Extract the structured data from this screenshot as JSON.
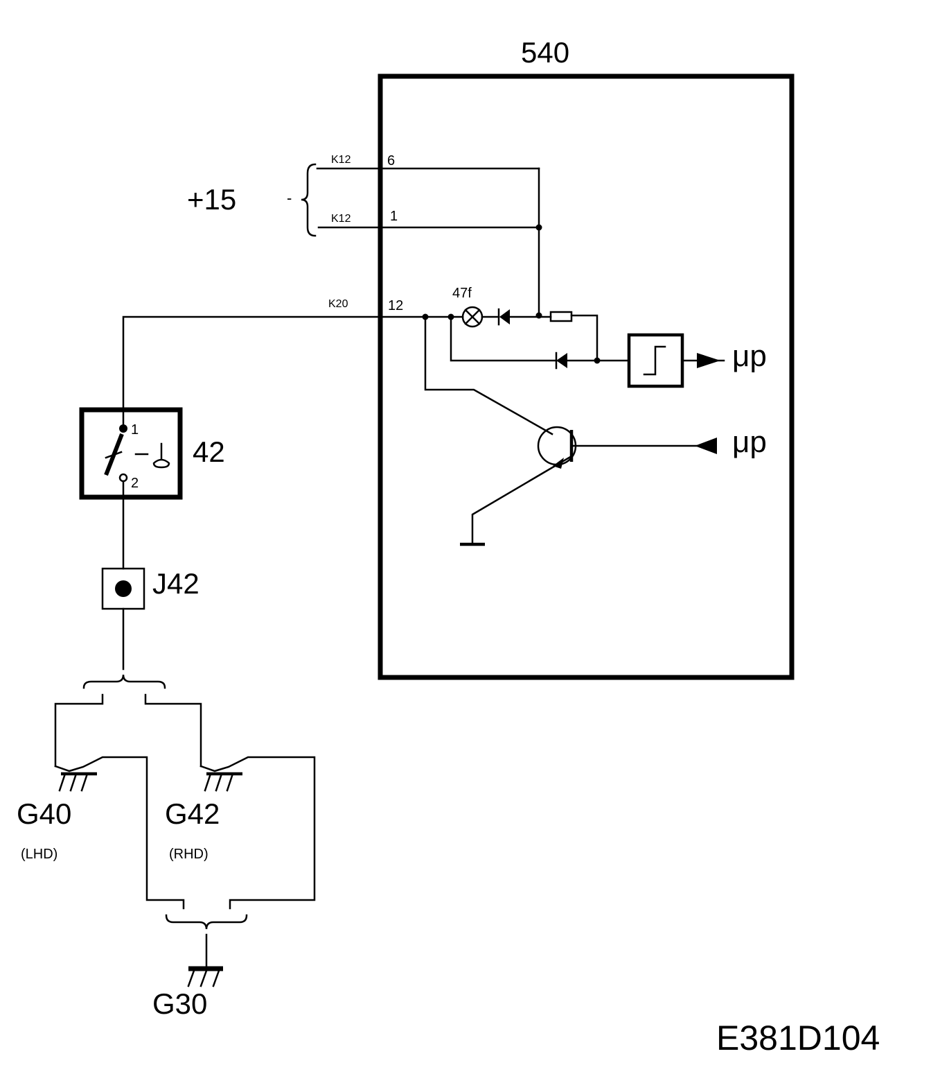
{
  "module": {
    "id": "540"
  },
  "supply": {
    "label": "+15",
    "dash": "-"
  },
  "pins": [
    {
      "connector": "K12",
      "number": "6"
    },
    {
      "connector": "K12",
      "number": "1"
    },
    {
      "connector": "K20",
      "number": "12"
    }
  ],
  "lamp": {
    "label": "47f"
  },
  "outputs": {
    "schmitt": "μp",
    "transistor": "μp"
  },
  "switch_component": {
    "id": "42",
    "pin_1": "1",
    "pin_2": "2"
  },
  "connector_j": {
    "id": "J42"
  },
  "grounds": [
    {
      "id": "G40",
      "variant": "(LHD)"
    },
    {
      "id": "G42",
      "variant": "(RHD)"
    },
    {
      "id": "G30",
      "variant": ""
    }
  ],
  "reference": "E381D104"
}
